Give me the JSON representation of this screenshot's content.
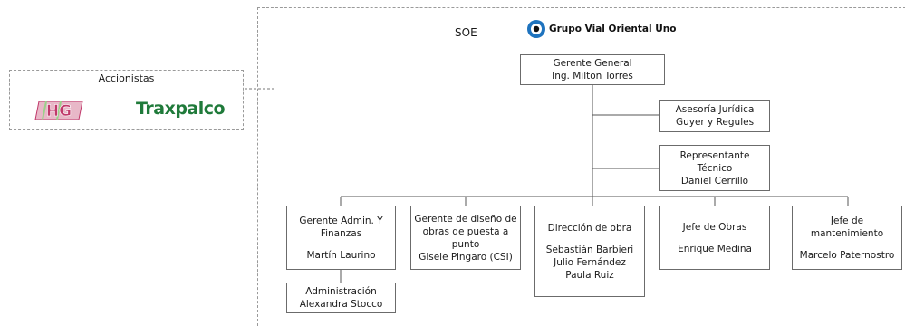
{
  "shareholders": {
    "title": "Accionistas",
    "logos": [
      "HG",
      "Traxpalco"
    ]
  },
  "company": {
    "label": "SOE",
    "logo_text": "Grupo Vial Oriental Uno",
    "logo_icon": "circle-logo-icon"
  },
  "ceo": {
    "line1": "Gerente General",
    "line2": "Ing. Milton Torres"
  },
  "legal": {
    "line1": "Asesoría Jurídica",
    "line2": "Guyer y Regules"
  },
  "technical": {
    "line1": "Representante",
    "line2": "Técnico",
    "line3": "Daniel Cerrillo"
  },
  "departments": [
    {
      "title": [
        "Gerente Admin. Y",
        "Finanzas"
      ],
      "people": [
        "Martín Laurino"
      ]
    },
    {
      "title": [
        "Gerente de diseño de",
        "obras de puesta a",
        "punto"
      ],
      "people": [
        "Gisele Pingaro (CSI)"
      ]
    },
    {
      "title": [
        "Dirección de obra"
      ],
      "people": [
        "Sebastián Barbieri",
        "Julio Fernández",
        "Paula Ruiz"
      ]
    },
    {
      "title": [
        "Jefe de Obras"
      ],
      "people": [
        "Enrique Medina"
      ]
    },
    {
      "title": [
        "Jefe de",
        "mantenimiento"
      ],
      "people": [
        "Marcelo Paternostro"
      ]
    }
  ],
  "admin": {
    "line1": "Administración",
    "line2": "Alexandra Stocco"
  },
  "colors": {
    "border": "#6b6b6b",
    "traxpalco": "#1f7a3a",
    "hg": "#c0396b",
    "gvo_blue": "#1e73be"
  }
}
